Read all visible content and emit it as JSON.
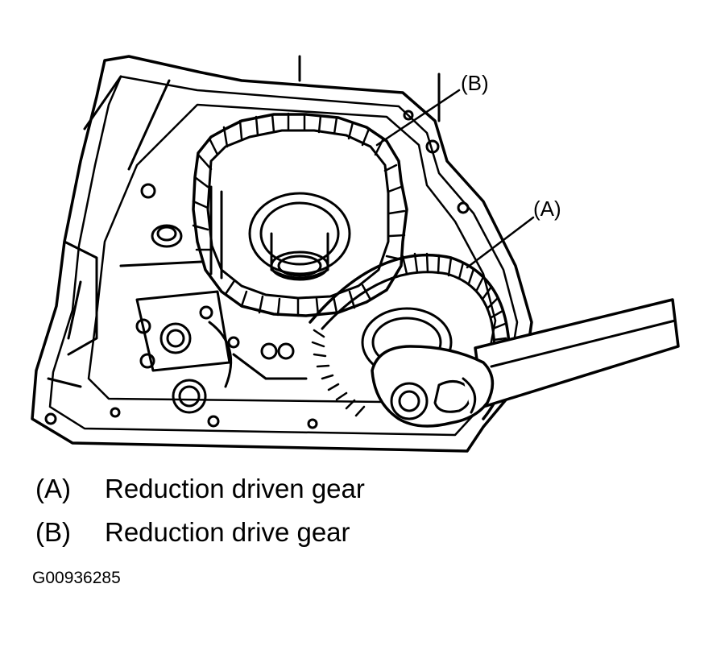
{
  "callouts": {
    "b": "(B)",
    "a": "(A)"
  },
  "legend": [
    {
      "key": "(A)",
      "text": "Reduction driven gear"
    },
    {
      "key": "(B)",
      "text": "Reduction drive gear"
    }
  ],
  "figure_id": "G00936285"
}
